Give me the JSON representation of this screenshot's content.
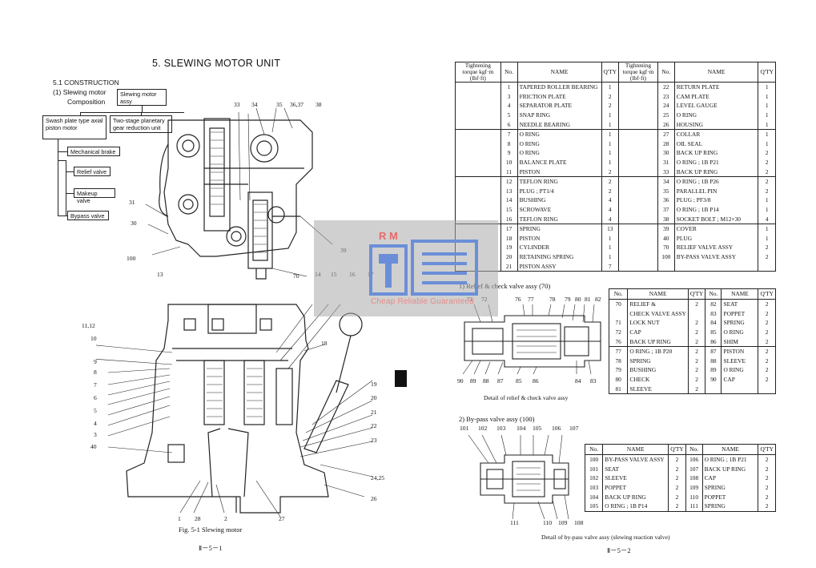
{
  "left_page": {
    "title": "5.   SLEWING MOTOR UNIT",
    "section": "5.1  CONSTRUCTION",
    "subsection": "(1)   Slewing motor",
    "composition_label": "Composition",
    "tree": {
      "root": "Slewing motor assy",
      "swash": "Swash plate type axial piston motor",
      "gear": "Two-stage planetary gear reduction unit",
      "children": [
        "Mechanical brake",
        "Relief valve",
        "Makeup valve",
        "Bypass valve"
      ]
    },
    "callouts_top": [
      "33",
      "34",
      "35",
      "36,37",
      "38",
      "31",
      "30",
      "100",
      "39",
      "70"
    ],
    "callouts_bottom": [
      "13",
      "14",
      "15",
      "16",
      "17",
      "11,12",
      "10",
      "9",
      "8",
      "7",
      "6",
      "5",
      "4",
      "3",
      "40",
      "18",
      "19",
      "20",
      "21",
      "22",
      "23",
      "24,25",
      "26",
      "1",
      "28",
      "2",
      "27"
    ],
    "caption": "Fig. 5-1   Slewing motor",
    "page_number": "Ⅱ－5－1"
  },
  "right_page": {
    "main_table": {
      "headers": [
        "Tightening torque kgf·m (lbf·ft)",
        "No.",
        "NAME",
        "Q'TY",
        "Tightening torque kgf·m (lbf·ft)",
        "No.",
        "NAME",
        "Q'TY"
      ],
      "left_rows": [
        [
          "1",
          "TAPERED ROLLER BEARING",
          "1"
        ],
        [
          "3",
          "FRICTION PLATE",
          "2"
        ],
        [
          "4",
          "SEPARATOR PLATE",
          "2"
        ],
        [
          "5",
          "SNAP RING",
          "1"
        ],
        [
          "6",
          "NEEDLE BEARING",
          "1"
        ],
        [
          "7",
          "O RING",
          "1"
        ],
        [
          "8",
          "O RING",
          "1"
        ],
        [
          "9",
          "O RING",
          "1"
        ],
        [
          "10",
          "BALANCE PLATE",
          "1"
        ],
        [
          "11",
          "PISTON",
          "2"
        ],
        [
          "12",
          "TEFLON RING",
          "2"
        ],
        [
          "13",
          "PLUG ; PT1/4",
          "2"
        ],
        [
          "14",
          "BUSHING",
          "4"
        ],
        [
          "15",
          "SCROWAVE",
          "4"
        ],
        [
          "16",
          "TEFLON RING",
          "4"
        ],
        [
          "17",
          "SPRING",
          "13"
        ],
        [
          "18",
          "PISTON",
          "1"
        ],
        [
          "19",
          "CYLINDER",
          "1"
        ],
        [
          "20",
          "RETAINING SPRING",
          "1"
        ],
        [
          "21",
          "PISTON ASSY",
          "7"
        ]
      ],
      "right_rows": [
        [
          "22",
          "RETURN PLATE",
          "1"
        ],
        [
          "23",
          "CAM PLATE",
          "1"
        ],
        [
          "24",
          "LEVEL GAUGE",
          "1"
        ],
        [
          "25",
          "O RING",
          "1"
        ],
        [
          "26",
          "HOUSING",
          "1"
        ],
        [
          "27",
          "COLLAR",
          "1"
        ],
        [
          "28",
          "OIL SEAL",
          "1"
        ],
        [
          "30",
          "BACK UP RING",
          "2"
        ],
        [
          "31",
          "O RING ; 1B    P21",
          "2"
        ],
        [
          "33",
          "BACK UP RING",
          "2"
        ],
        [
          "34",
          "O RING ; 1B    P26",
          "2"
        ],
        [
          "35",
          "PARALLEL PIN",
          "2"
        ],
        [
          "36",
          "PLUG ; PF3/8",
          "1"
        ],
        [
          "37",
          "O RING ; 1B    P14",
          "1"
        ],
        [
          "38",
          "SOCKET BOLT ; M12×30",
          "4"
        ],
        [
          "39",
          "COVER",
          "1"
        ],
        [
          "40",
          "PLUG",
          "1"
        ],
        [
          "70",
          "RELIEF VALVE ASSY",
          "2"
        ],
        [
          "100",
          "BY-PASS VALVE ASSY",
          "2"
        ],
        [
          "",
          "",
          ""
        ]
      ]
    },
    "relief": {
      "heading": "1)  Relief & check valve assy (70)",
      "callouts_top": [
        "71",
        "72",
        "76",
        "77",
        "78",
        "79",
        "80",
        "81",
        "82"
      ],
      "callouts_bottom": [
        "90",
        "89",
        "88",
        "87",
        "85",
        "86",
        "84",
        "83"
      ],
      "caption": "Detail of relief & check valve assy",
      "headers": [
        "No.",
        "NAME",
        "Q'TY",
        "No.",
        "NAME",
        "Q'TY"
      ],
      "left_rows": [
        [
          "70",
          "RELIEF &",
          "2"
        ],
        [
          "",
          "CHECK VALVE ASSY",
          ""
        ],
        [
          "71",
          "LOCK NUT",
          "2"
        ],
        [
          "72",
          "CAP",
          "2"
        ],
        [
          "76",
          "BACK UP RING",
          "2"
        ],
        [
          "77",
          "O RING ; 1B   P20",
          "2"
        ],
        [
          "78",
          "SPRING",
          "2"
        ],
        [
          "79",
          "BUSHING",
          "2"
        ],
        [
          "80",
          "CHECK",
          "2"
        ],
        [
          "81",
          "SLEEVE",
          "2"
        ]
      ],
      "right_rows": [
        [
          "82",
          "SEAT",
          "2"
        ],
        [
          "83",
          "POPPET",
          "2"
        ],
        [
          "84",
          "SPRING",
          "2"
        ],
        [
          "85",
          "O RING",
          "2"
        ],
        [
          "86",
          "SHIM",
          "2"
        ],
        [
          "87",
          "PISTON",
          "2"
        ],
        [
          "88",
          "SLEEVE",
          "2"
        ],
        [
          "89",
          "O RING",
          "2"
        ],
        [
          "90",
          "CAP",
          "2"
        ],
        [
          "",
          "",
          ""
        ]
      ]
    },
    "bypass": {
      "heading": "2)  By-pass valve assy (100)",
      "callouts_top": [
        "101",
        "102",
        "103",
        "104",
        "105",
        "106",
        "107"
      ],
      "callouts_bottom": [
        "111",
        "110",
        "109",
        "108"
      ],
      "caption": "Detail of by-pass valve assy (slewing reaction valve)",
      "headers": [
        "No.",
        "NAME",
        "Q'TY",
        "No.",
        "NAME",
        "Q'TY"
      ],
      "left_rows": [
        [
          "100",
          "BY-PASS VALVE ASSY",
          "2"
        ],
        [
          "101",
          "SEAT",
          "2"
        ],
        [
          "102",
          "SLEEVE",
          "2"
        ],
        [
          "103",
          "POPPET",
          "2"
        ],
        [
          "104",
          "BACK UP RING",
          "2"
        ],
        [
          "105",
          "O RING ; 1B    P14",
          "2"
        ]
      ],
      "right_rows": [
        [
          "106",
          "O RING ; 1B    P21",
          "2"
        ],
        [
          "107",
          "BACK UP RING",
          "2"
        ],
        [
          "108",
          "CAP",
          "2"
        ],
        [
          "109",
          "SPRING",
          "2"
        ],
        [
          "110",
          "POPPET",
          "2"
        ],
        [
          "111",
          "SPRING",
          "2"
        ]
      ]
    },
    "page_number": "Ⅱ－5－2"
  },
  "watermark": {
    "initials": "R M",
    "text": "Cheap Reliable Guaranteed"
  }
}
